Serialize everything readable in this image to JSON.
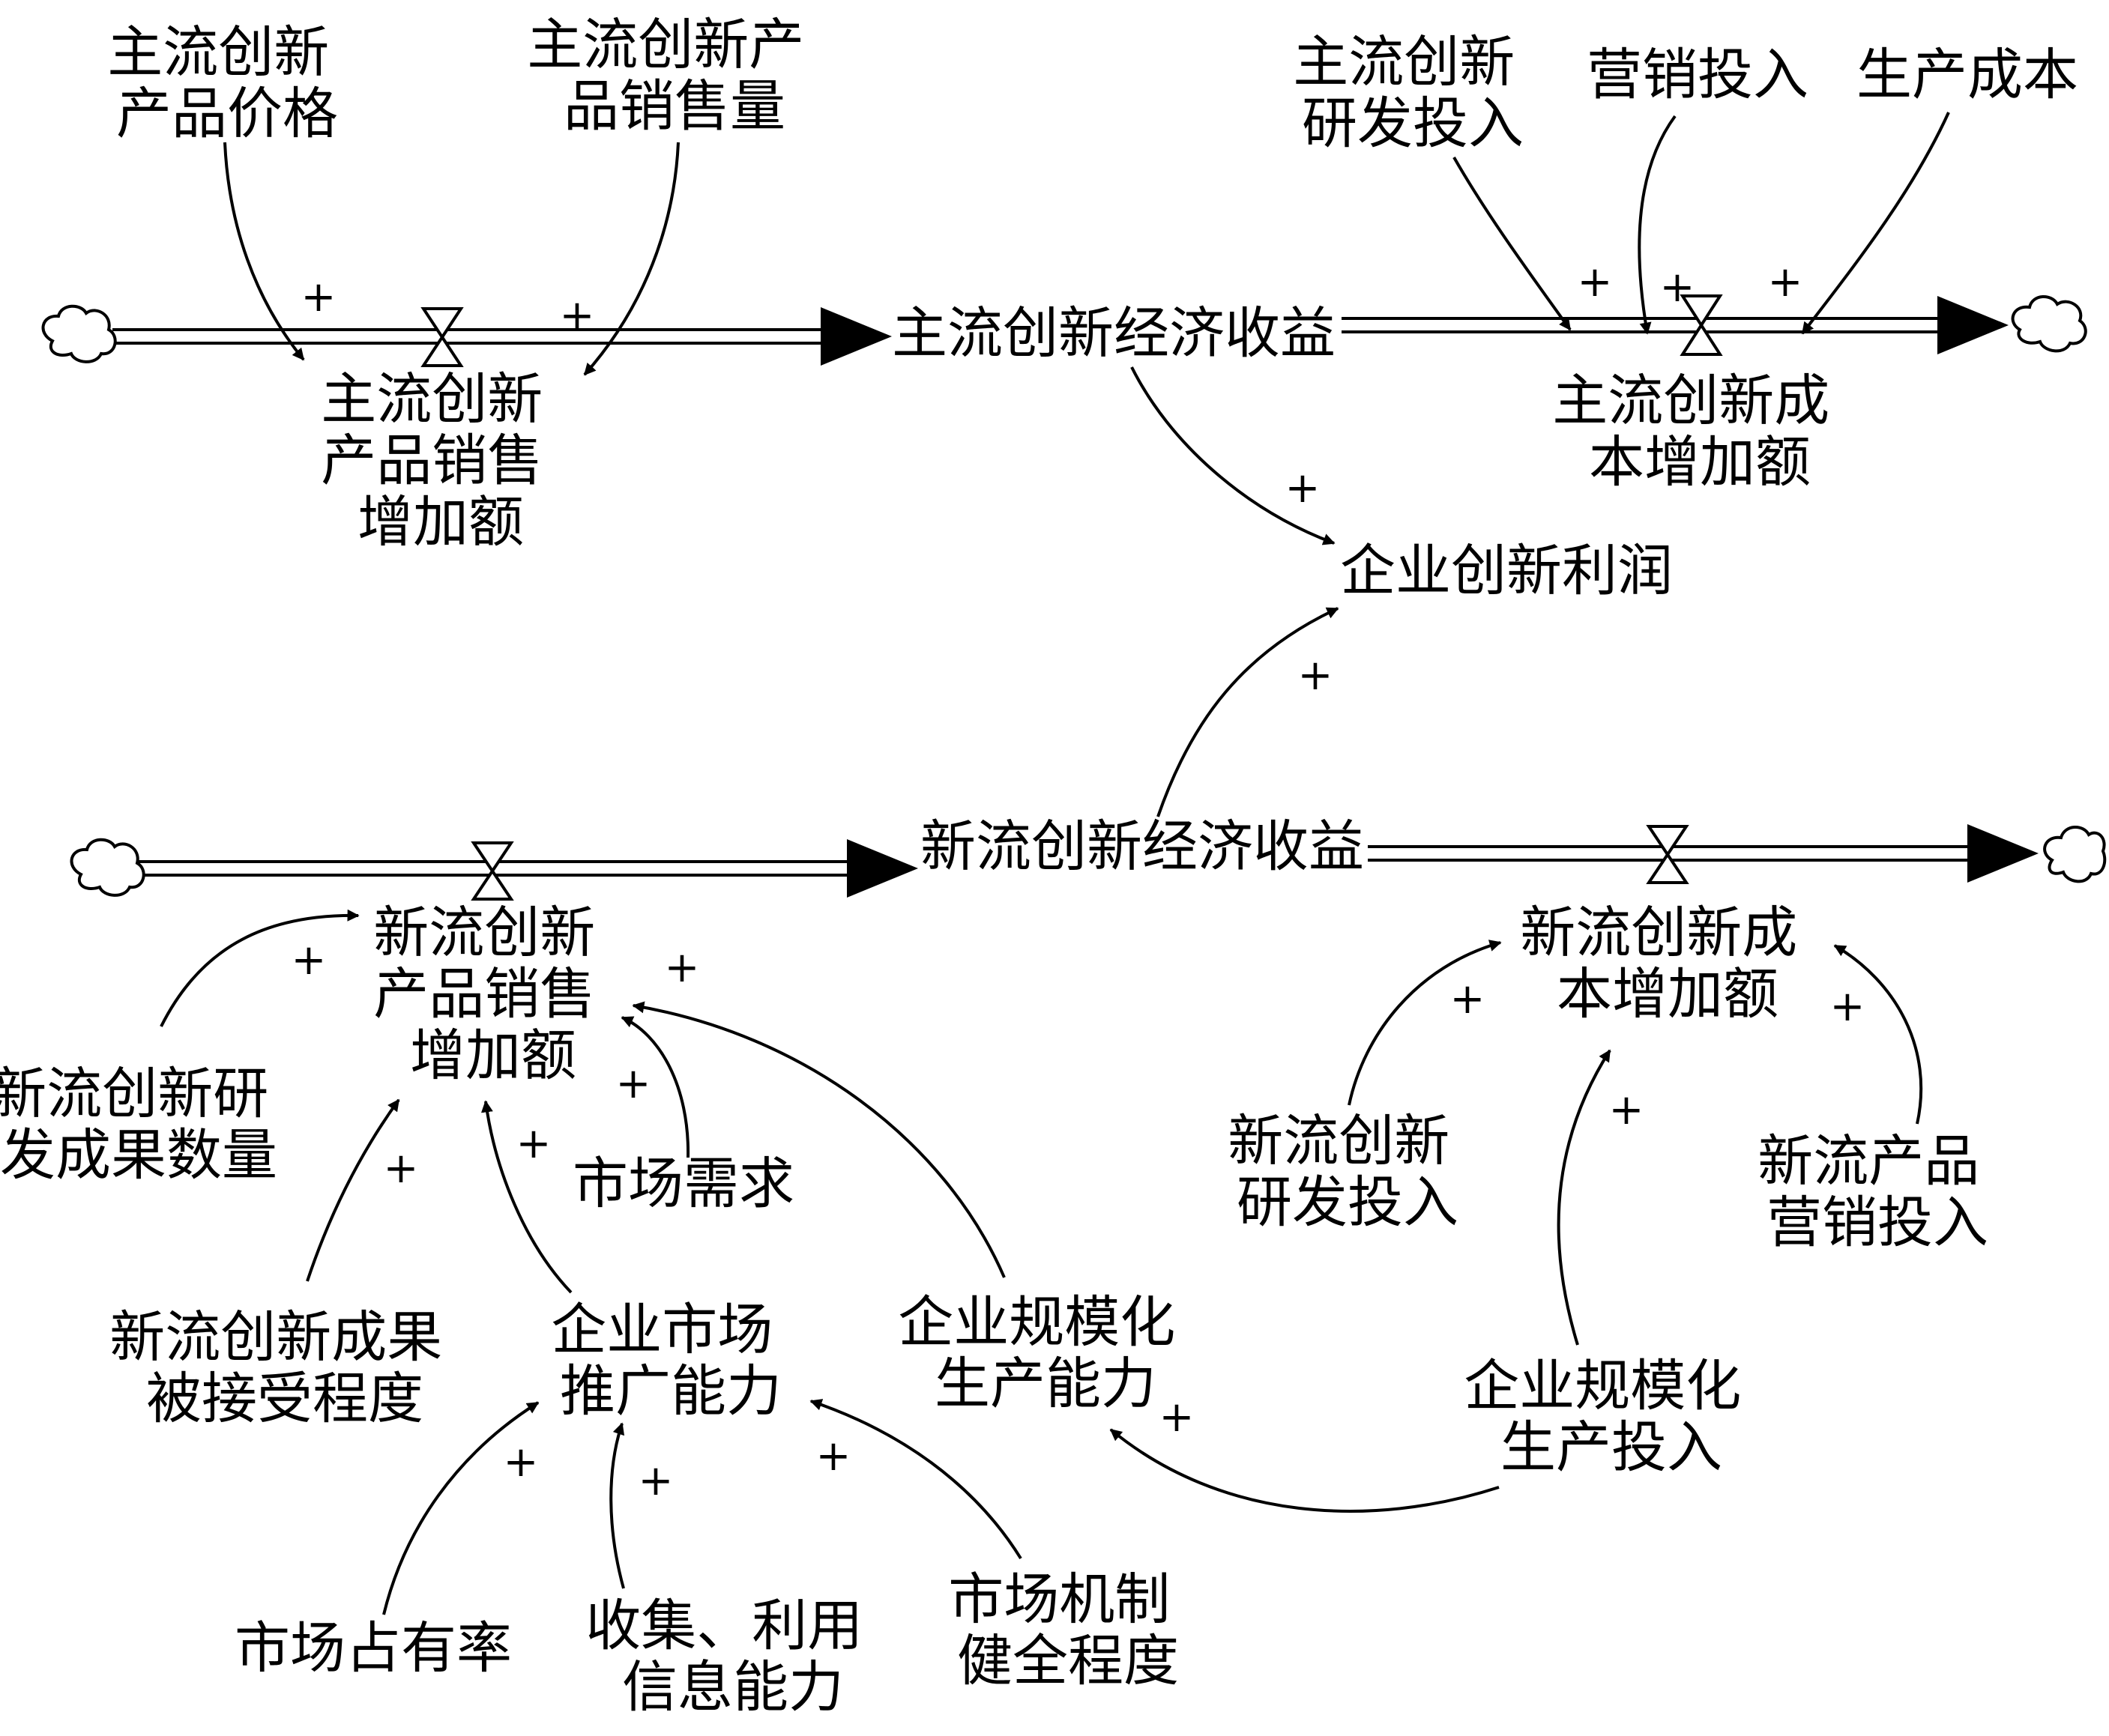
{
  "stocks": {
    "main_revenue": "主流创新经济收益",
    "new_revenue": "新流创新经济收益"
  },
  "flows": {
    "main_sales_inc": [
      "主流创新",
      "产品销售",
      "增加额"
    ],
    "main_cost_inc": [
      "主流创新成",
      "本增加额"
    ],
    "new_sales_inc": [
      "新流创新",
      "产品销售",
      "增加额"
    ],
    "new_cost_inc": [
      "新流创新成",
      "本增加额"
    ]
  },
  "auxiliaries": {
    "main_price": [
      "主流创新",
      "产品价格"
    ],
    "main_volume": [
      "主流创新产",
      "品销售量"
    ],
    "main_rd": [
      "主流创新",
      "研发投入"
    ],
    "marketing": "营销投入",
    "prod_cost": "生产成本",
    "profit": "企业创新利润",
    "new_rd_results": [
      "新流创新研",
      "发成果数量"
    ],
    "market_demand": "市场需求",
    "acceptance": [
      "新流创新成果",
      "被接受程度"
    ],
    "promotion": [
      "企业市场",
      "推广能力"
    ],
    "scale_cap": [
      "企业规模化",
      "生产能力"
    ],
    "new_rd": [
      "新流创新",
      "研发投入"
    ],
    "new_marketing": [
      "新流产品",
      "营销投入"
    ],
    "scale_inv": [
      "企业规模化",
      "生产投入"
    ],
    "market_share": "市场占有率",
    "info": [
      "收集、利用",
      "信息能力"
    ],
    "mechanism": [
      "市场机制",
      "健全程度"
    ]
  },
  "polarity_symbol": "+"
}
